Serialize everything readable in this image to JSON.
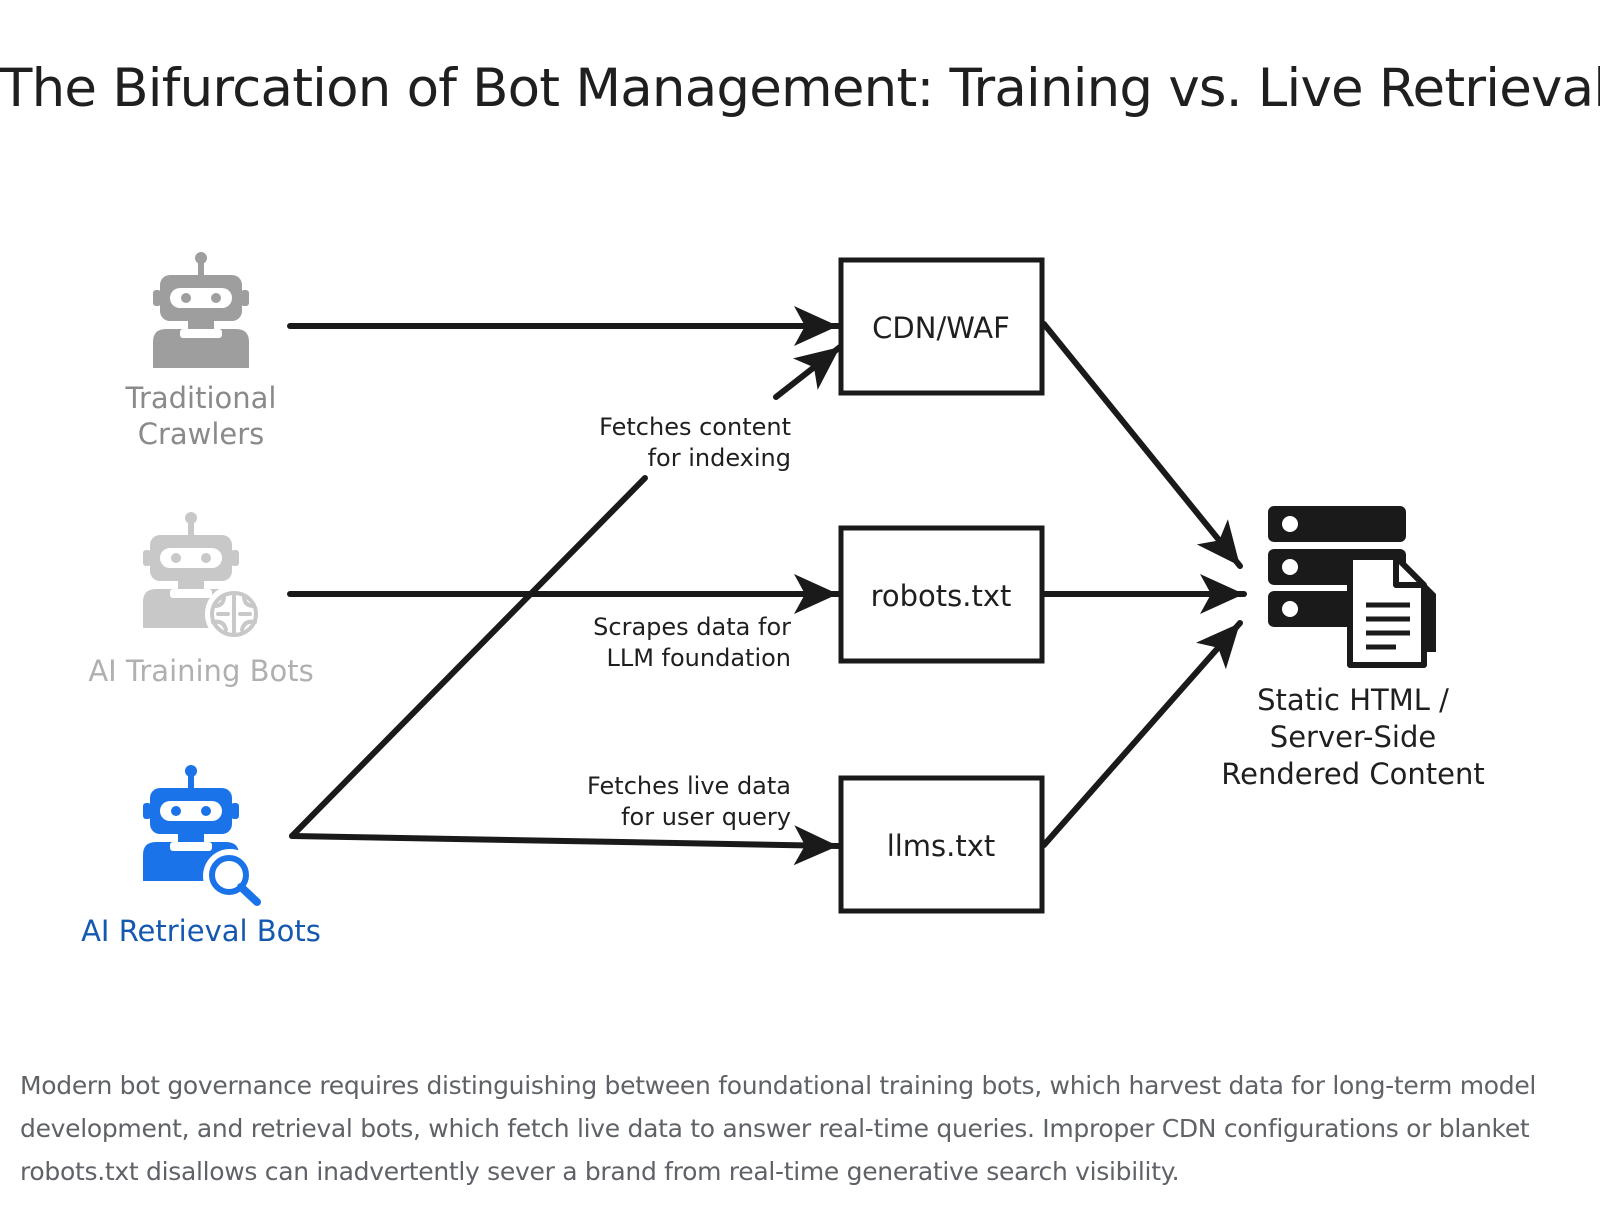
{
  "title": "The Bifurcation of Bot Management: Training vs. Live Retrieval",
  "bots": {
    "traditional": {
      "line1": "Traditional",
      "line2": "Crawlers",
      "color": "#9e9e9e",
      "icon": "robot-icon"
    },
    "training": {
      "label": "AI Training Bots",
      "color": "#c8c8c8",
      "icon": "robot-brain-icon"
    },
    "retrieval": {
      "label": "AI Retrieval Bots",
      "color": "#1a73e8",
      "label_color": "#1558b0",
      "icon": "robot-search-icon"
    }
  },
  "nodes": {
    "cdn": "CDN/WAF",
    "robots": "robots.txt",
    "llms": "llms.txt"
  },
  "edge_labels": {
    "indexing": {
      "line1": "Fetches content",
      "line2": "for indexing"
    },
    "scrapes": {
      "line1": "Scrapes data for",
      "line2": "LLM foundation"
    },
    "live": {
      "line1": "Fetches live data",
      "line2": "for user query"
    }
  },
  "target": {
    "line1": "Static HTML /",
    "line2": "Server-Side",
    "line3": "Rendered Content",
    "icon": "server-document-icon"
  },
  "caption": "Modern bot governance requires distinguishing between foundational training bots, which harvest data for long-term model development, and retrieval bots, which fetch live data to answer real-time queries. Improper CDN configurations or blanket robots.txt disallows can inadvertently sever a brand from real-time generative search visibility."
}
